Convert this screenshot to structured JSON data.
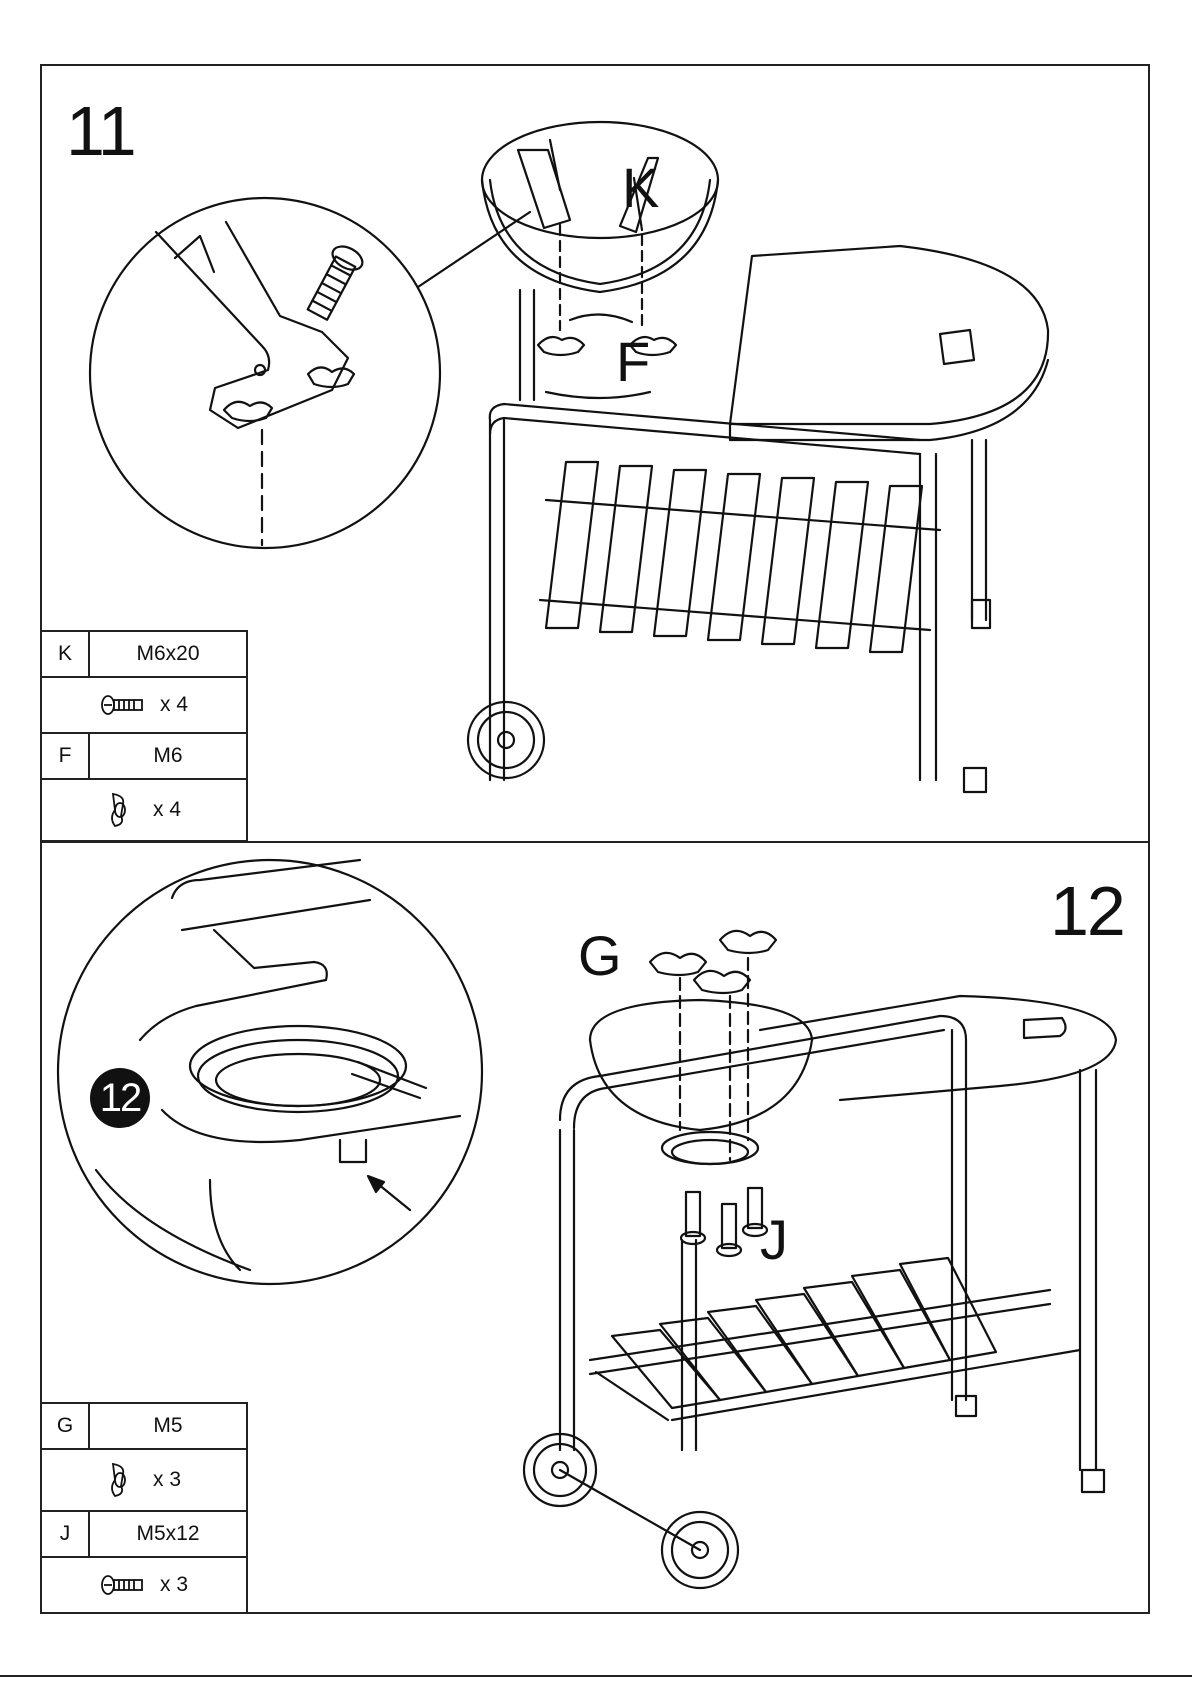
{
  "step11": {
    "number": "11",
    "callouts": {
      "bolt": "K",
      "nut": "F"
    },
    "parts": [
      {
        "letter": "K",
        "size": "M6x20",
        "qty": "x 4",
        "icon": "screw-icon"
      },
      {
        "letter": "F",
        "size": "M6",
        "qty": "x 4",
        "icon": "wing-nut-icon"
      }
    ]
  },
  "step12": {
    "number": "12",
    "badge": "12",
    "callouts": {
      "nut": "G",
      "bolt": "J"
    },
    "parts": [
      {
        "letter": "G",
        "size": "M5",
        "qty": "x 3",
        "icon": "wing-nut-icon"
      },
      {
        "letter": "J",
        "size": "M5x12",
        "qty": "x 3",
        "icon": "screw-icon"
      }
    ]
  }
}
